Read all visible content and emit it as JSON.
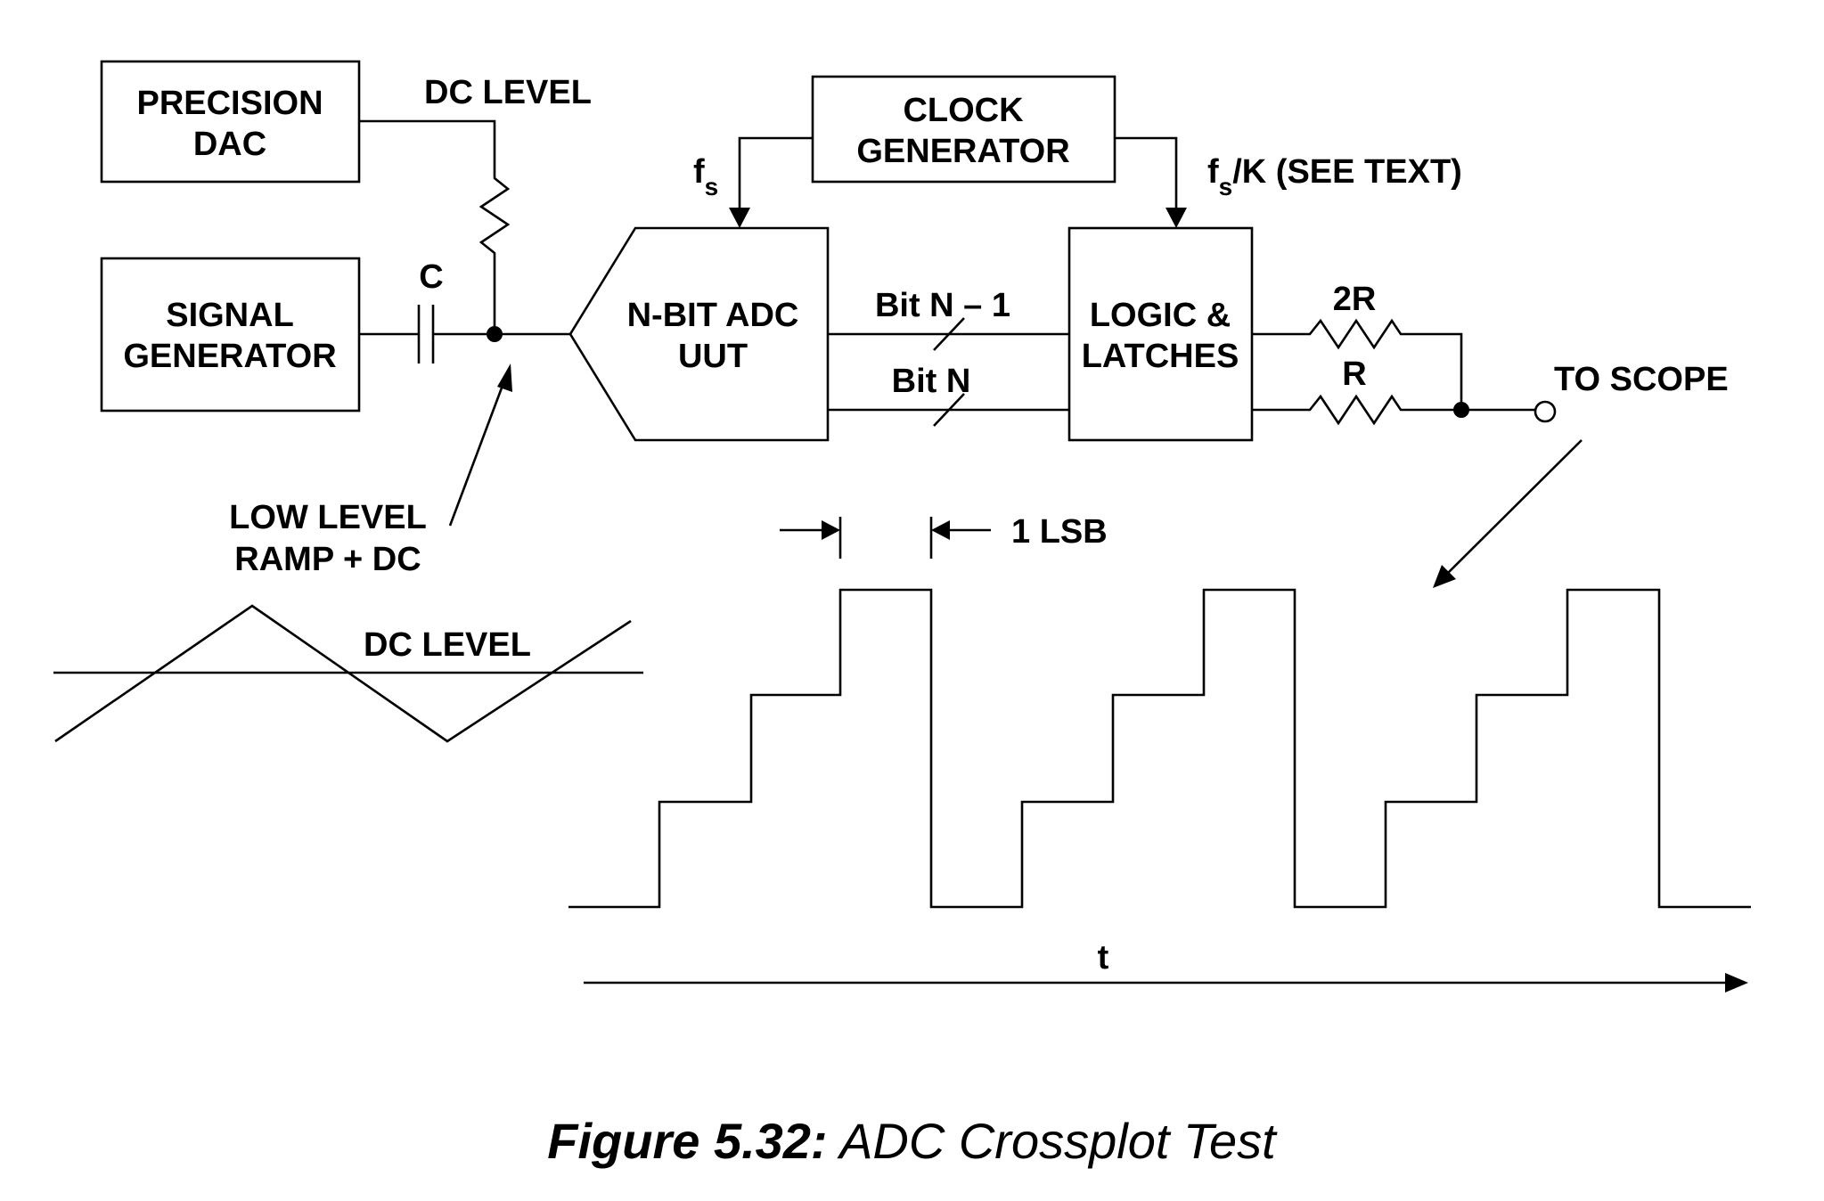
{
  "blocks": {
    "precision_dac": [
      "PRECISION",
      "DAC"
    ],
    "signal_generator": [
      "SIGNAL",
      "GENERATOR"
    ],
    "clock_generator": [
      "CLOCK",
      "GENERATOR"
    ],
    "adc_uut": [
      "N-BIT ADC",
      "UUT"
    ],
    "logic_latches": [
      "LOGIC &",
      "LATCHES"
    ]
  },
  "labels": {
    "dc_level_top": "DC LEVEL",
    "capacitor": "C",
    "fs_main": "f",
    "fs_sub": "s",
    "fsk_main": "f",
    "fsk_sub": "s",
    "fsk_rest": "/K  (SEE TEXT)",
    "bit_n_minus_1": "Bit N – 1",
    "bit_n": "Bit N",
    "r2": "2R",
    "r": "R",
    "to_scope": "TO SCOPE",
    "ramp_line1": "LOW LEVEL",
    "ramp_line2": "RAMP + DC",
    "dc_level_ramp": "DC LEVEL",
    "lsb": "1 LSB",
    "time_axis": "t"
  },
  "caption": {
    "bold": "Figure 5.32:",
    "text": " ADC Crossplot Test"
  }
}
